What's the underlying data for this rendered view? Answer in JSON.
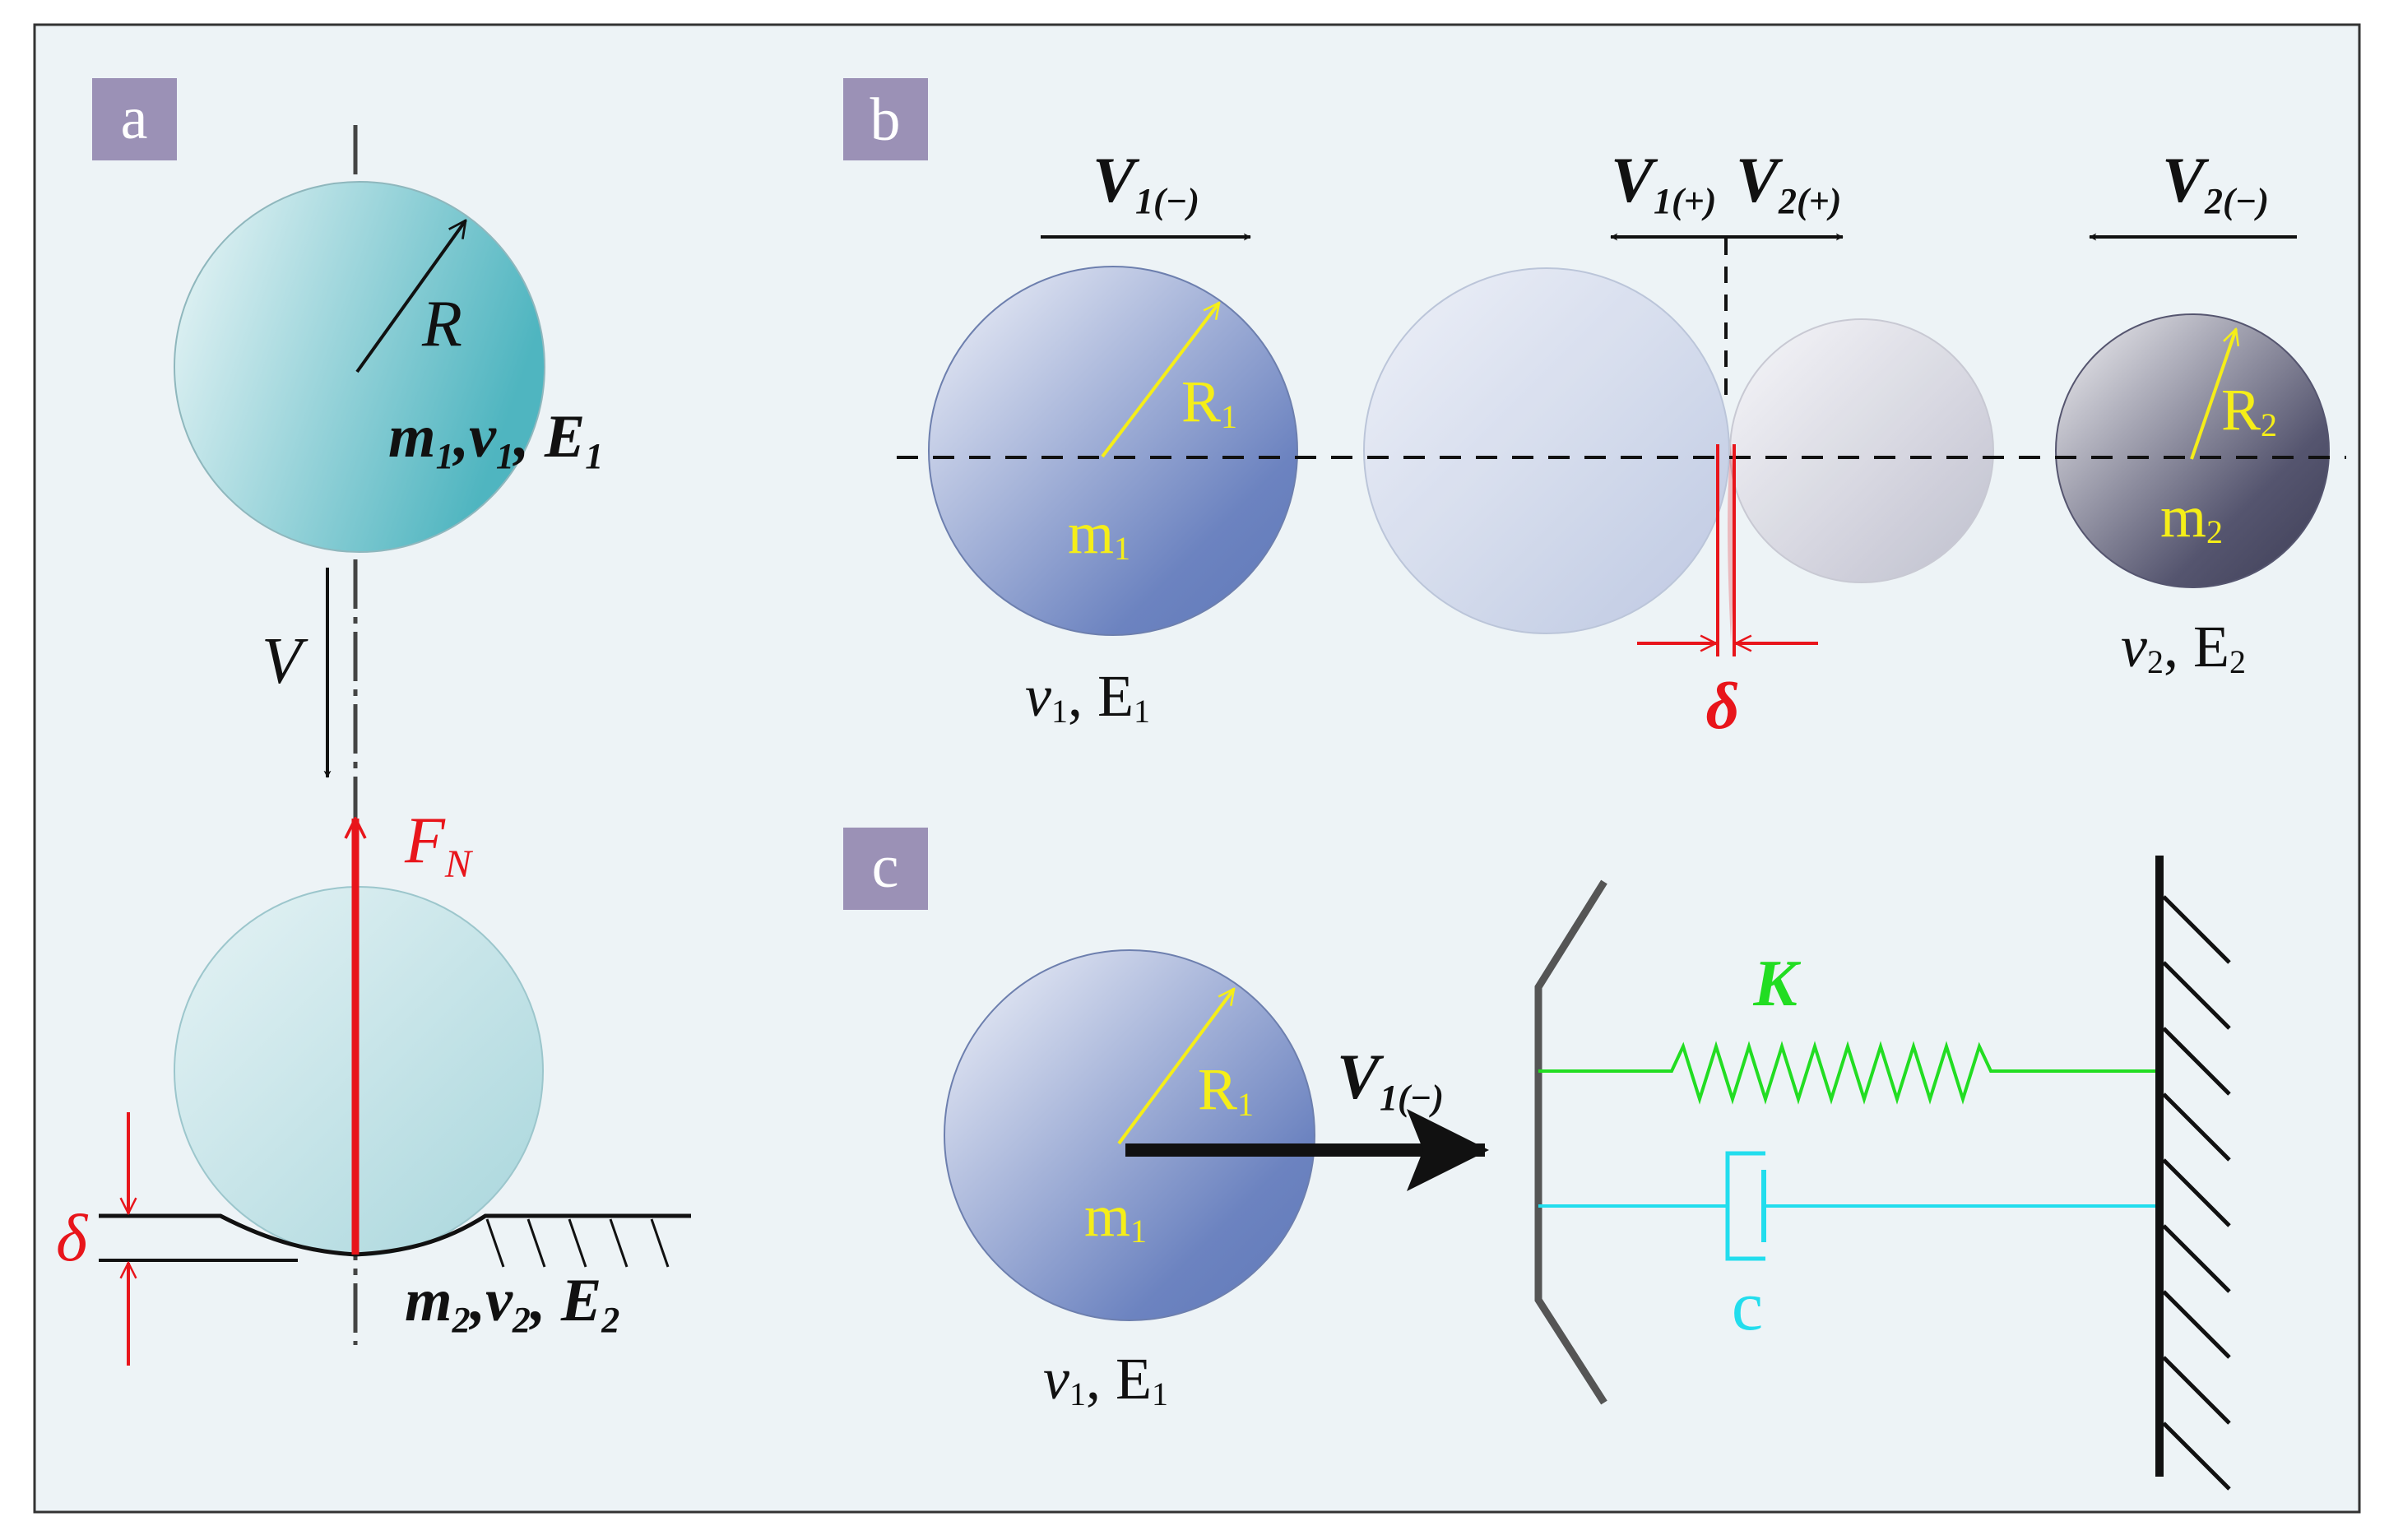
{
  "panels": {
    "a": {
      "label": "a",
      "radius_label": "R",
      "upper_props": {
        "m": "m",
        "m_sub": "1",
        "v": "v",
        "v_sub": "1",
        "E": "E",
        "E_sub": "1"
      },
      "velocity_label": "V",
      "force_label": {
        "main": "F",
        "sub": "N"
      },
      "delta_label": "δ",
      "lower_props": {
        "m": "m",
        "m_sub": "2",
        "v": "v",
        "v_sub": "2",
        "E": "E",
        "E_sub": "2"
      }
    },
    "b": {
      "label": "b",
      "v1_minus": {
        "main": "V",
        "sub": "1(−)"
      },
      "v1_plus": {
        "main": "V",
        "sub": "1(+)"
      },
      "v2_plus": {
        "main": "V",
        "sub": "2(+)"
      },
      "v2_minus": {
        "main": "V",
        "sub": "2(−)"
      },
      "ball1": {
        "radius": "R",
        "radius_sub": "1",
        "mass": "m",
        "mass_sub": "1",
        "props_v": "v",
        "props_v_sub": "1",
        "props_E": "E",
        "props_E_sub": "1"
      },
      "ball2": {
        "radius": "R",
        "radius_sub": "2",
        "mass": "m",
        "mass_sub": "2",
        "props_v": "v",
        "props_v_sub": "2",
        "props_E": "E",
        "props_E_sub": "2"
      },
      "delta_label": "δ"
    },
    "c": {
      "label": "c",
      "ball": {
        "radius": "R",
        "radius_sub": "1",
        "mass": "m",
        "mass_sub": "1",
        "props_v": "v",
        "props_v_sub": "1",
        "props_E": "E",
        "props_E_sub": "1"
      },
      "velocity": {
        "main": "V",
        "sub": "1(−)"
      },
      "spring_label": "K",
      "damper_label": "c"
    }
  },
  "colors": {
    "background": "#edf3f6",
    "label_box": "#9b91b6",
    "sphere_teal": "#5bbcc6",
    "sphere_light_teal": "#b6dde3",
    "sphere_blue": "#6f86c2",
    "sphere_grey_dark": "#4a4a66",
    "force_red": "#e8151b",
    "label_yellow": "#f5ee18",
    "spring_green": "#22dd22",
    "damper_cyan": "#22dded"
  }
}
